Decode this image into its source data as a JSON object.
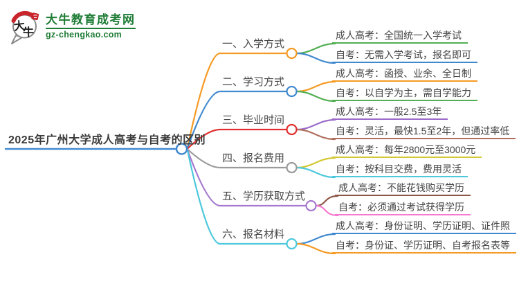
{
  "logo": {
    "site_name": "大牛教育成考网",
    "site_url": "gz-chengkao.com",
    "badge_chars": {
      "first": "大",
      "second": "牛"
    },
    "green": "#1F7D36",
    "red": "#C9252C"
  },
  "main_topic": "2025年广州大学成人高考与自考的区别",
  "topic_color": "#4189CF",
  "branches": [
    {
      "label": "一、入学方式",
      "color": "#F59A23",
      "items": [
        {
          "text": "成人高考：全国统一入学考试",
          "color": "#52AE52"
        },
        {
          "text": "自考：无需入学考试，报名即可",
          "color": "#4189CF"
        }
      ]
    },
    {
      "label": "二、学习方式",
      "color": "#4189CF",
      "items": [
        {
          "text": "成人高考：函授、业余、全日制",
          "color": "#F59A23"
        },
        {
          "text": "自考：以自学为主，需自学能力",
          "color": "#52AE52"
        }
      ]
    },
    {
      "label": "三、毕业时间",
      "color": "#E12F2F",
      "items": [
        {
          "text": "成人高考：一般2.5至3年",
          "color": "#9B6BC8"
        },
        {
          "text": "自考：灵活，最快1.5至2年，但通过率低",
          "color": "#B06F5E"
        }
      ]
    },
    {
      "label": "四、报名费用",
      "color": "#9A9A9A",
      "items": [
        {
          "text": "成人高考：每年2800元至3000元",
          "color": "#D2C832"
        },
        {
          "text": "自考：按科目交费，费用灵活",
          "color": "#4DC8DC"
        }
      ]
    },
    {
      "label": "五、学历获取方式",
      "color": "#A478D0",
      "items": [
        {
          "text": "成人高考：不能花钱购买学历",
          "color": "#8E5647"
        },
        {
          "text": "自考：必须通过考试获得学历",
          "color": "#F678D0"
        }
      ]
    },
    {
      "label": "六、报名材料",
      "color": "#4DC8DC",
      "items": [
        {
          "text": "成人高考：身份证明、学历证明、证件照",
          "color": "#4189CF"
        },
        {
          "text": "自考：身份证、学历证明、自考报名表等",
          "color": "#F59A23"
        }
      ]
    }
  ]
}
